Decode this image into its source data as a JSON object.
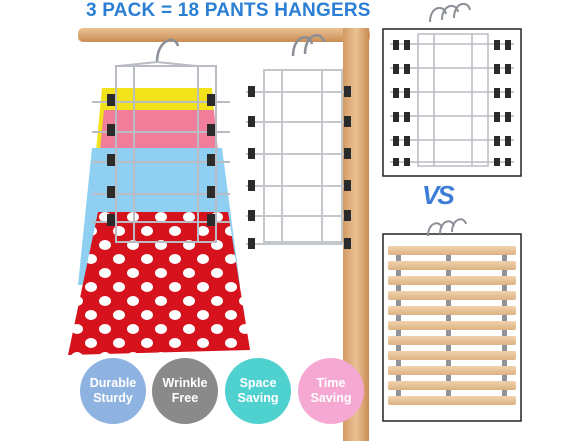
{
  "headline": "3 PACK = 18 PANTS HANGERS",
  "comparison_label": "VS",
  "badges": [
    {
      "line1": "Durable",
      "line2": "Sturdy",
      "color": "#8fb3e0"
    },
    {
      "line1": "Wrinkle",
      "line2": "Free",
      "color": "#8a8a8a"
    },
    {
      "line1": "Space",
      "line2": "Saving",
      "color": "#4fd1cf"
    },
    {
      "line1": "Time",
      "line2": "Saving",
      "color": "#f4a8d2"
    }
  ],
  "colors": {
    "headline": "#2a7fd4",
    "wood_rod": "#e0b27e",
    "metal": "#b9bcc2",
    "skirt_yellow": "#f2e21a",
    "skirt_pink": "#f07e9a",
    "skirt_blue": "#8fd0f2",
    "skirt_red": "#d6131c"
  }
}
